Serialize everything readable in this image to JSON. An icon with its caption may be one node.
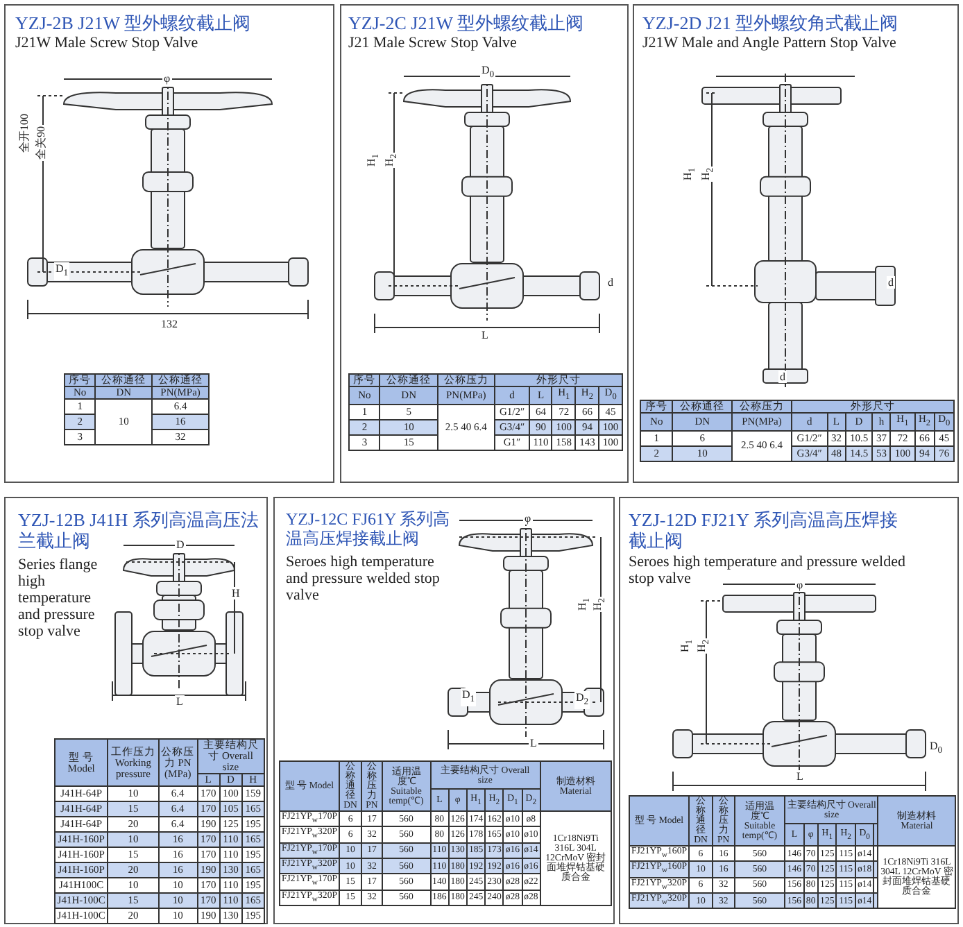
{
  "diagram": {
    "nodes": [
      {
        "text": [
          "YZJ-2B J21W 型外螺纹截止阀",
          "J21W Male Screw Stop Valve"
        ]
      },
      {
        "text": [
          "YZJ-2C J21W 型外螺纹截止阀",
          "J21 Male Screw Stop Valve"
        ]
      },
      {
        "text": [
          "YZJ-2D J21 型外螺纹角式截止阀",
          "J21W Male and Angle Pattern Stop Valve"
        ]
      },
      {
        "text": [
          "YZJ-12B J41H 系列高温高压法兰截止阀",
          "Series flange high temperature and pressure stop valve"
        ]
      },
      {
        "text": [
          "YZJ-12C FJ61Y 系列高温高压焊接截止阀",
          "Seroes high temperature and pressure welded stop valve"
        ]
      },
      {
        "text": [
          "YZJ-12D FJ21Y 系列高温高压焊接截止阀",
          "Seroes high temperature and pressure welded stop valve"
        ]
      }
    ],
    "labels": [
      "φ",
      "全开100",
      "全关90",
      "D$_{1}$",
      "132",
      "序号",
      "公称通径",
      "公称通径",
      "No",
      "DN",
      "PN(MPa)",
      "1",
      "10",
      "6.4",
      "2",
      "16",
      "3",
      "32",
      "D$_{0}$",
      "H$_{1}$",
      "H$_{2}$",
      "d",
      "L",
      "序号",
      "公称通径",
      "公称压力",
      "外形尺寸",
      "No",
      "DN",
      "PN(MPa)",
      "d",
      "L",
      "H$_{1}$",
      "H$_{2}$",
      "D$_{0}$",
      "1",
      "5",
      "2.5 40 6.4",
      "G1/2″",
      "64",
      "72",
      "66",
      "45",
      "2",
      "10",
      "G3/4″",
      "90",
      "100",
      "94",
      "100",
      "3",
      "15",
      "G1″",
      "110",
      "158",
      "143",
      "100",
      "H$_{1}$",
      "H$_{2}$",
      "d",
      "d",
      "序号",
      "公称通径",
      "公称压力",
      "外形尺寸",
      "No",
      "DN",
      "PN(MPa)",
      "d",
      "L",
      "D",
      "h",
      "H$_{1}$",
      "H$_{2}$",
      "D$_{0}$",
      "1",
      "6",
      "2.5 40 6.4",
      "G1/2″",
      "32",
      "10.5",
      "37",
      "72",
      "66",
      "45",
      "2",
      "10",
      "G3/4″",
      "48",
      "14.5",
      "53",
      "100",
      "94",
      "76",
      "D",
      "H",
      "L",
      "型 号 Model",
      "工作压力 Working pressure",
      "公称压力 PN (MPa)",
      "主要结构尺寸 Overall size",
      "L",
      "D",
      "H",
      "J41H-64P",
      "10",
      "6.4",
      "170",
      "100",
      "159",
      "J41H-64P",
      "15",
      "6.4",
      "170",
      "105",
      "165",
      "J41H-64P",
      "20",
      "6.4",
      "190",
      "125",
      "195",
      "J41H-160P",
      "10",
      "16",
      "170",
      "110",
      "165",
      "J41H-160P",
      "15",
      "16",
      "170",
      "110",
      "195",
      "J41H-160P",
      "20",
      "16",
      "190",
      "130",
      "165",
      "J41H100C",
      "10",
      "10",
      "170",
      "110",
      "195",
      "J41H-100C",
      "15",
      "10",
      "170",
      "110",
      "165",
      "J41H-100C",
      "20",
      "10",
      "190",
      "130",
      "195",
      "φ",
      "H$_{1}$",
      "H$_{2}$",
      "D$_{1}$",
      "D$_{2}$",
      "L",
      "型 号 Model",
      "公称通径 DN",
      "公称压力 PN",
      "适用温度℃ Suitable temp(℃)",
      "主要结构尺寸 Overall size",
      "制造材料 Material",
      "L",
      "φ",
      "H$_{1}$",
      "H$_{2}$",
      "D$_{1}$",
      "D$_{2}$",
      "FJ21YP$_{w}$170P",
      "6",
      "17",
      "560",
      "80",
      "126",
      "174",
      "162",
      "ø10",
      "ø8",
      "1Cr18Ni9Ti 316L 304L 12CrMoV 密封面堆焊钴基硬质合金",
      "FJ21YP$_{w}$320P",
      "6",
      "32",
      "560",
      "80",
      "126",
      "178",
      "165",
      "ø10",
      "ø10",
      "FJ21YP$_{w}$170P",
      "10",
      "17",
      "560",
      "110",
      "130",
      "185",
      "173",
      "ø16",
      "ø14",
      "FJ21YP$_{w}$320P",
      "10",
      "32",
      "560",
      "110",
      "180",
      "192",
      "192",
      "ø16",
      "ø16",
      "FJ21YP$_{w}$170P",
      "15",
      "17",
      "560",
      "140",
      "180",
      "245",
      "230",
      "ø28",
      "ø22",
      "FJ21YP$_{w}$320P",
      "15",
      "32",
      "560",
      "186",
      "180",
      "245",
      "240",
      "ø28",
      "ø28",
      "φ",
      "H$_{1}$",
      "H$_{2}$",
      "D$_{0}$",
      "L",
      "型 号 Model",
      "公称通径 DN",
      "公称压力 PN",
      "适用温度℃ Suitable temp(℃)",
      "主要结构尺寸 Overall size",
      "制造材料 Material",
      "L",
      "φ",
      "H$_{1}$",
      "H$_{2}$",
      "D$_{0}$",
      "FJ21YP$_{w}$160P",
      "6",
      "16",
      "560",
      "146",
      "70",
      "125",
      "115",
      "ø14",
      "1Cr18Ni9Ti 316L 304L 12CrMoV 密封面堆焊钴基硬质合金",
      "FJ21YP$_{w}$160P",
      "10",
      "16",
      "560",
      "146",
      "70",
      "125",
      "115",
      "ø18",
      "FJ21YP$_{w}$320P",
      "6",
      "32",
      "560",
      "156",
      "80",
      "125",
      "115",
      "ø14",
      "FJ21YP$_{w}$320P",
      "10",
      "32",
      "560",
      "156",
      "80",
      "125",
      "115",
      "ø14"
    ]
  }
}
